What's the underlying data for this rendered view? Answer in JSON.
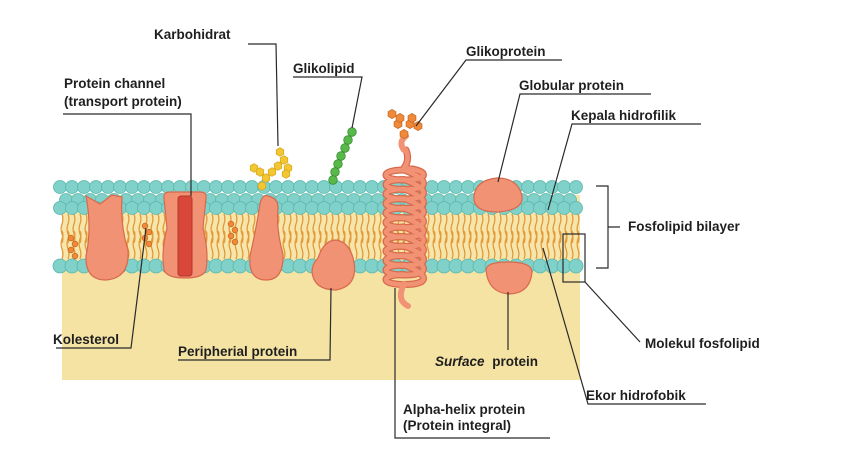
{
  "labels": {
    "karbohidrat": "Karbohidrat",
    "glikolipid": "Glikolipid",
    "glikoprotein": "Glikoprotein",
    "protein_channel_1": "Protein channel",
    "protein_channel_2": "(transport protein)",
    "globular_protein": "Globular protein",
    "kepala_hidrofilik": "Kepala hidrofilik",
    "fosfolipid_bilayer": "Fosfolipid bilayer",
    "kolesterol": "Kolesterol",
    "peripherial_protein": "Peripherial protein",
    "surface_italic": "Surface",
    "surface_rest": "protein",
    "molekul_fosfolipid": "Molekul fosfolipid",
    "ekor_hidrofobik": "Ekor hidrofobik",
    "alpha_helix_1": "Alpha-helix protein",
    "alpha_helix_2": "(Protein integral)"
  },
  "colors": {
    "phospholipid_head": "#7fd1c9",
    "phospholipid_tail": "#e39a3a",
    "protein": "#f29275",
    "channel_core": "#d9473a",
    "cholesterol": "#f08a3a",
    "carbohydrate": "#f3c733",
    "glycolipid_chain": "#58b84a",
    "cytoplasm": "#f5e3a3"
  }
}
